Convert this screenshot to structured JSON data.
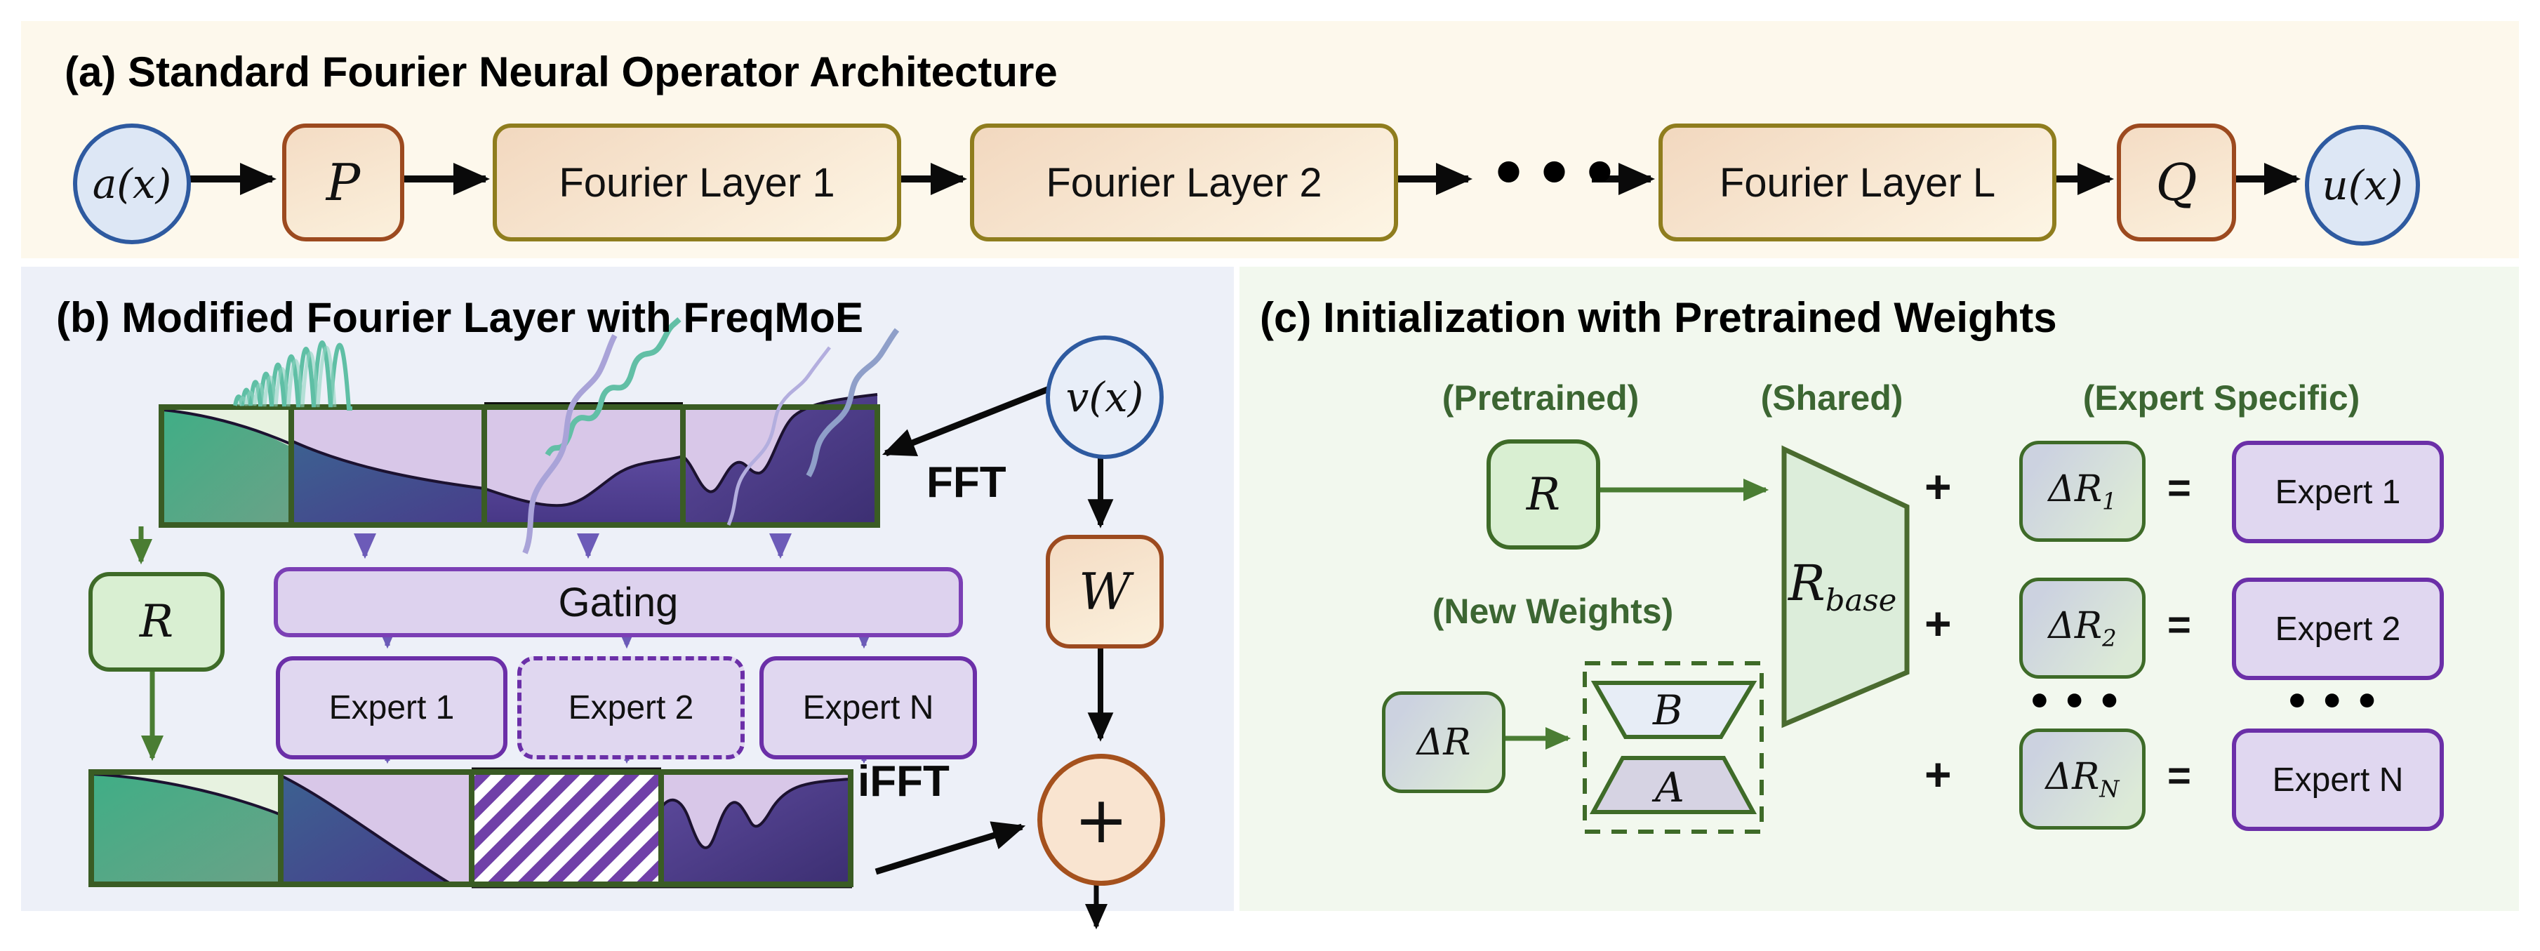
{
  "colors": {
    "panel_a_bg": "#fdf8ec",
    "panel_b_bg": "#edf0f8",
    "panel_c_bg": "#f2f8ee",
    "node_blue_fill": "#dde7f5",
    "node_blue_border": "#2e5aa0",
    "proj_fill": "#f8e3cf",
    "proj_border": "#9c4a1f",
    "fourier_border": "#8f7d1e",
    "green_border": "#3e6b28",
    "green_fill": "#d9efd2",
    "purple_border": "#7b3fb5",
    "purple_fill": "#e0d7f0",
    "arrow_purple": "#6c5bb8",
    "arrow_green": "#4a7d33",
    "dark_green_text": "#3c6632",
    "sum_fill": "#f9e4d0",
    "sum_border": "#a5511d",
    "spectrum_green": "#3fa883",
    "spectrum_blue": "#3c6191",
    "spectrum_purple": "#53418f",
    "spectrum_lavender": "#d8c7e8",
    "hatch_purple": "#7040a8"
  },
  "panel_a": {
    "title": "(a) Standard Fourier Neural Operator Architecture",
    "input_label": "a(x)",
    "p_label": "P",
    "layer1_label": "Fourier Layer 1",
    "layer2_label": "Fourier Layer 2",
    "dots": "•••",
    "layerL_label": "Fourier Layer L",
    "q_label": "Q",
    "output_label": "u(x)"
  },
  "panel_b": {
    "title": "(b) Modified Fourier Layer with FreqMoE",
    "vx_label": "v(x)",
    "fft_label": "FFT",
    "ifft_label": "iFFT",
    "w_label": "W",
    "r_label": "R",
    "gating_label": "Gating",
    "expert1_label": "Expert 1",
    "expert2_label": "Expert 2",
    "expertN_label": "Expert N",
    "sum_label": "+"
  },
  "panel_c": {
    "title": "(c) Initialization with Pretrained Weights",
    "pretrained_label": "(Pretrained)",
    "shared_label": "(Shared)",
    "expert_specific_label": "(Expert Specific)",
    "new_weights_label": "(New Weights)",
    "r_label": "R",
    "rbase_main": "R",
    "rbase_sub": "base",
    "delta_r_label": "ΔR",
    "b_label": "B",
    "a_label": "A",
    "dots": "•••",
    "rows": [
      {
        "plus": "+",
        "delta_main": "ΔR",
        "delta_sub": "1",
        "equals": "=",
        "expert_label": "Expert 1"
      },
      {
        "plus": "+",
        "delta_main": "ΔR",
        "delta_sub": "2",
        "equals": "=",
        "expert_label": "Expert 2"
      },
      {
        "plus": "+",
        "delta_main": "ΔR",
        "delta_sub": "N",
        "equals": "=",
        "expert_label": "Expert N"
      }
    ]
  }
}
